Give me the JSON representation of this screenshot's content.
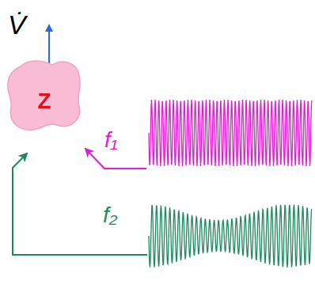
{
  "diagram": {
    "nodes": [
      {
        "text": [
          "Z"
        ]
      }
    ],
    "labels": [
      "V̇",
      "f₁",
      "f₂"
    ]
  }
}
